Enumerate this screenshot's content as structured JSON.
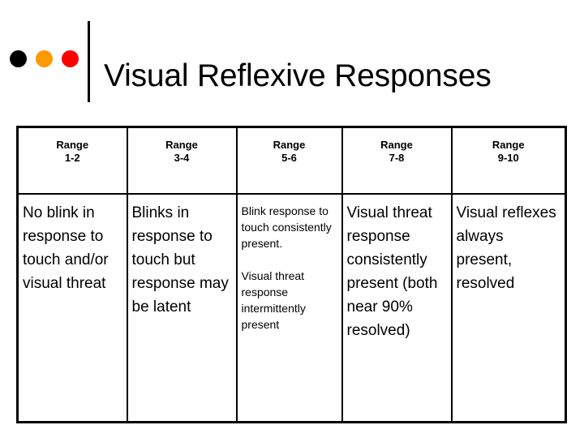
{
  "slide": {
    "title": "Visual Reflexive Responses",
    "decoration": {
      "dots": [
        {
          "name": "bullet-dot-black",
          "color": "#000000"
        },
        {
          "name": "bullet-dot-orange",
          "color": "#FF9900"
        },
        {
          "name": "bullet-dot-red",
          "color": "#FF0000"
        }
      ],
      "rule_color": "#000000"
    }
  },
  "table": {
    "headers": [
      {
        "line1": "Range",
        "line2": "1-2"
      },
      {
        "line1": "Range",
        "line2": "3-4"
      },
      {
        "line1": "Range",
        "line2": "5-6"
      },
      {
        "line1": "Range",
        "line2": "7-8"
      },
      {
        "line1": "Range",
        "line2": "9-10"
      }
    ],
    "row": [
      {
        "paragraphs": [
          "No blink in response to touch and/or visual threat"
        ],
        "size": "normal"
      },
      {
        "paragraphs": [
          "Blinks in response to touch but response may be latent"
        ],
        "size": "normal"
      },
      {
        "paragraphs": [
          "Blink response to touch consistently present.",
          "Visual threat response intermittently present"
        ],
        "size": "small"
      },
      {
        "paragraphs": [
          "Visual threat response consistently present (both near 90% resolved)"
        ],
        "size": "normal"
      },
      {
        "paragraphs": [
          "Visual reflexes always present, resolved"
        ],
        "size": "normal"
      }
    ]
  }
}
